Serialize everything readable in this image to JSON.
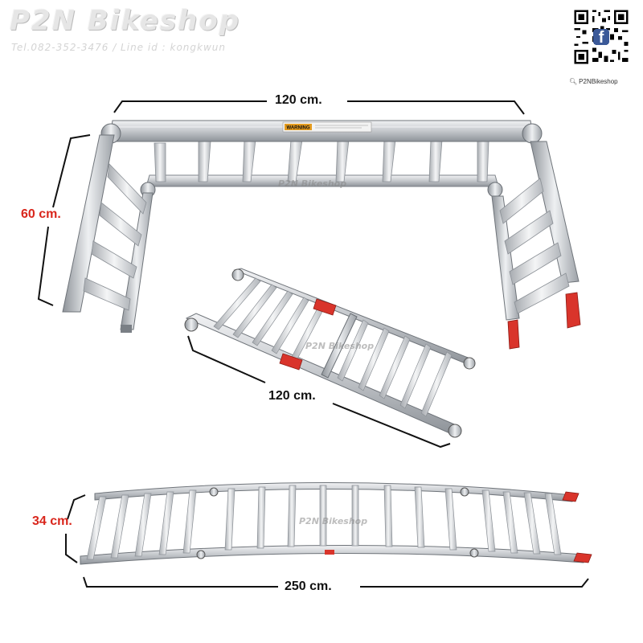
{
  "brand": {
    "name": "P2N Bikeshop",
    "contact": "Tel.082-352-3476 / Line id : kongkwun"
  },
  "qr": {
    "caption": "P2NBikeshop",
    "caption_icon": "magnifier-icon"
  },
  "dimensions": {
    "top_width": "120 cm.",
    "side_height": "60 cm.",
    "folded_length": "120 cm.",
    "ramp_width": "34 cm.",
    "ramp_length": "250 cm."
  },
  "watermark": {
    "text": "P2N Bikeshop"
  },
  "warning_label": {
    "text": "WARNING"
  },
  "colors": {
    "aluminum": "#c9ccd0",
    "aluminum_dark": "#8e9399",
    "aluminum_light": "#eef0f2",
    "grip_red": "#d9342b",
    "dimension_line": "#111111",
    "dimension_red_label": "#d9261c"
  }
}
